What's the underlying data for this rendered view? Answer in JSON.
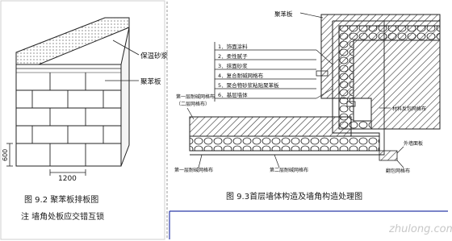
{
  "left_figure": {
    "label_surface": "保温砂浆",
    "label_board": "聚苯板",
    "dim_height": "600",
    "dim_width": "1200",
    "caption_title": "图 9.2 聚苯板排板图",
    "caption_note": "注 墙角处板应交错互锁"
  },
  "right_figure": {
    "top_label": "聚苯板",
    "layer_labels": [
      "1．饰面涂料",
      "2．柔性腻子",
      "3．抹面砂浆",
      "4．复合耐碱网格布",
      "5．聚合物砂浆粘贴聚苯板",
      "6．基层墙体"
    ],
    "left_note_line1": "第一层耐碱网格布",
    "left_note_line2": "（二层网格布）",
    "right_note": "材料反包网格布",
    "bottom_left_note": "第一层耐碱网格布",
    "bottom_mid_note": "第二层耐碱网格布",
    "bottom_right_note1": "外墙面板",
    "bottom_right_note2": "翻包网格布",
    "caption": "图 9.3首层墙体构造及墙角构造处理图"
  },
  "watermark": "zhulong.com",
  "colors": {
    "caption_divider": "#2a3aa8",
    "line": "#1a1a1a",
    "background": "#ffffff"
  }
}
